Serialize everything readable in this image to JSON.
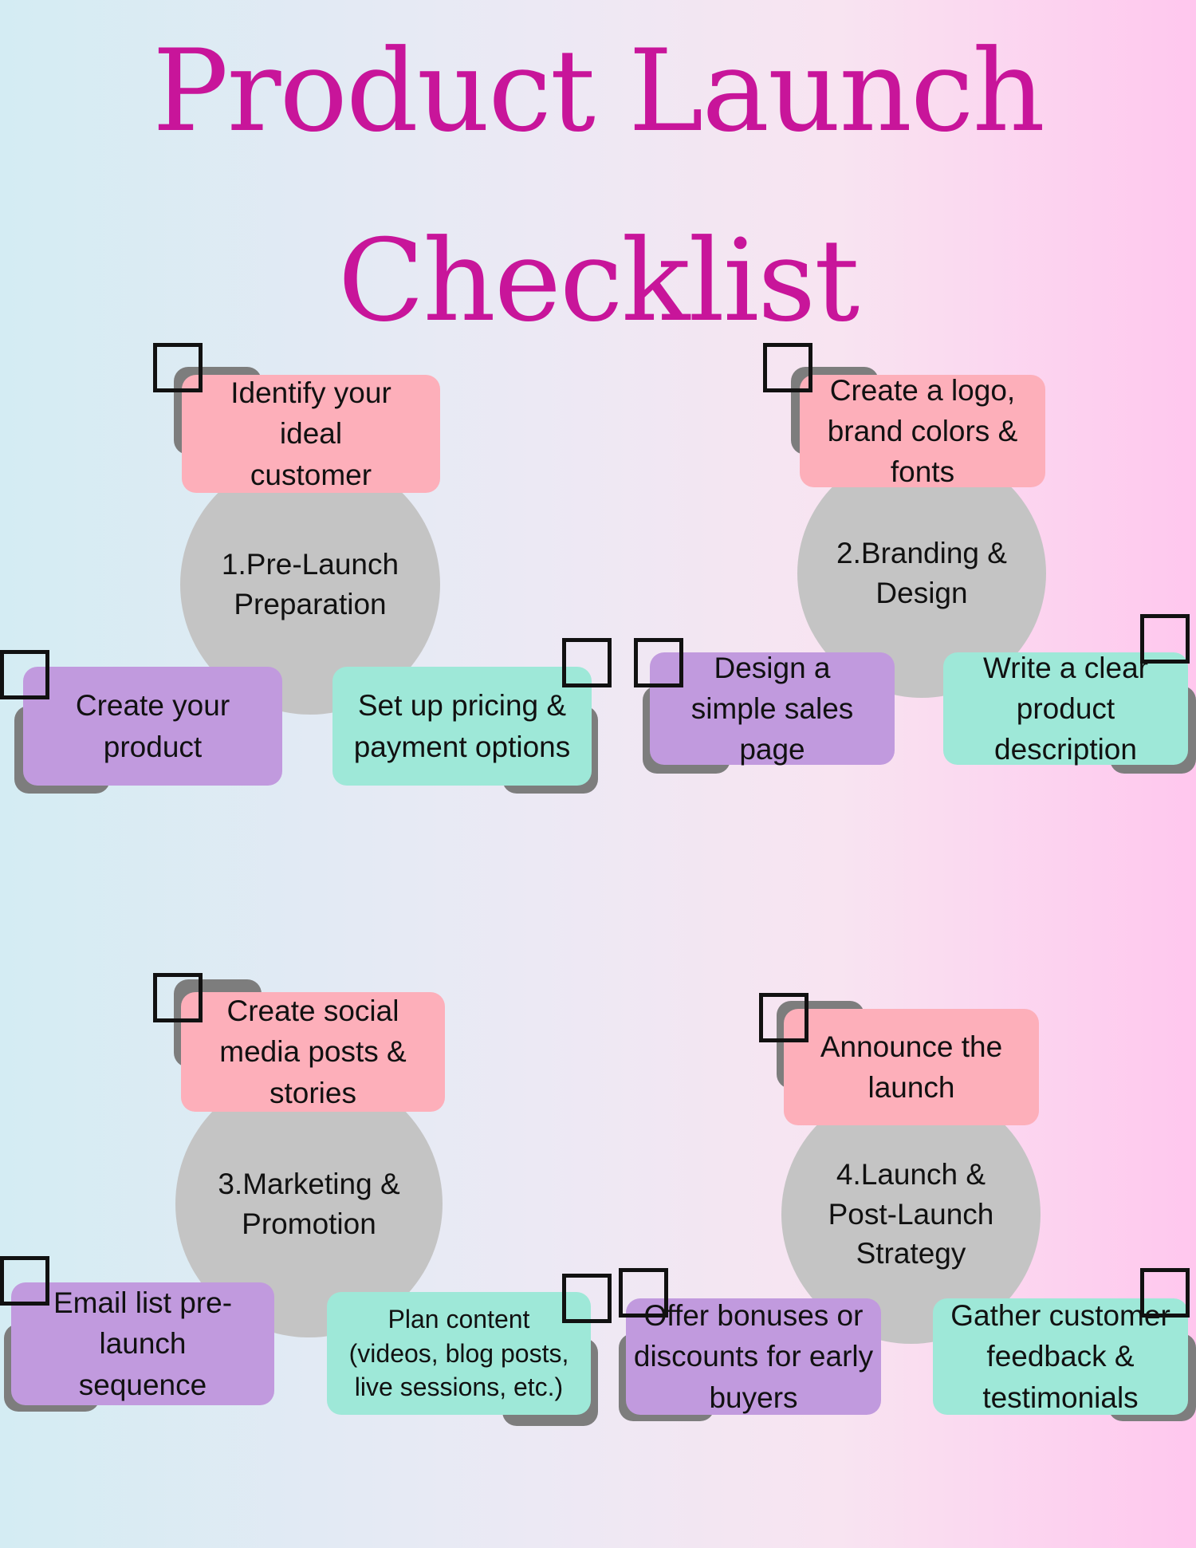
{
  "title": {
    "line1": "Product Launch",
    "line2": "Checklist"
  },
  "sections": [
    {
      "heading": "1.Pre-Launch\nPreparation",
      "tasks": [
        "Identify your\nideal\ncustomer",
        "Create your\nproduct",
        "Set up pricing &\npayment options"
      ]
    },
    {
      "heading": "2.Branding &\nDesign",
      "tasks": [
        "Create a logo,\nbrand colors &\nfonts",
        "Design a\nsimple sales\npage",
        "Write a clear\nproduct\ndescription"
      ]
    },
    {
      "heading": "3.Marketing &\nPromotion",
      "tasks": [
        "Create social\nmedia posts &\nstories",
        "Email list pre-\nlaunch\nsequence",
        "Plan content\n(videos, blog posts,\nlive sessions, etc.)"
      ]
    },
    {
      "heading": "4.Launch &\nPost-Launch\nStrategy",
      "tasks": [
        "Announce the\nlaunch",
        "Offer bonuses or\ndiscounts for early\nbuyers",
        "Gather customer\nfeedback &\ntestimonials"
      ]
    }
  ],
  "colors": {
    "title": "#c8159a",
    "circle": "#c4c4c4",
    "pink": "#fdafba",
    "purple": "#c19ade",
    "teal": "#9ee8d8",
    "shadow": "#7d7d7d"
  },
  "icons": {
    "checkbox": "empty-checkbox-icon"
  }
}
